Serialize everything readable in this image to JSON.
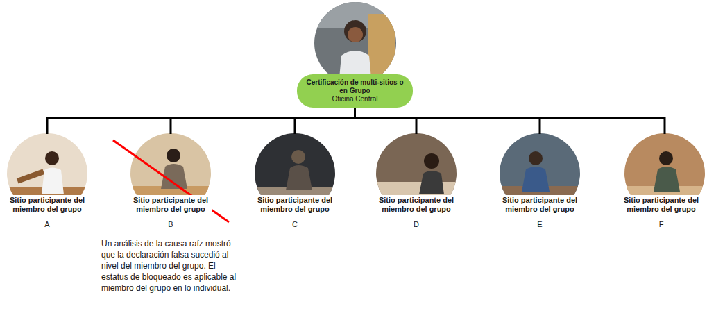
{
  "diagram": {
    "nodes": [
      {
        "text": [
          "Certificación de multi-sitios o en Grupo",
          "Oficina Central"
        ]
      },
      {
        "text": [
          "Sitio participante del miembro del grupo",
          "A"
        ]
      },
      {
        "text": [
          "Sitio participante del miembro del grupo",
          "B"
        ]
      },
      {
        "text": [
          "Sitio participante del miembro del grupo",
          "C"
        ]
      },
      {
        "text": [
          "Sitio participante del miembro del grupo",
          "D"
        ]
      },
      {
        "text": [
          "Sitio participante del miembro del grupo",
          "E"
        ]
      },
      {
        "text": [
          "Sitio participante del miembro del grupo",
          "F"
        ]
      }
    ],
    "edges": [
      {
        "from": 0,
        "to": 1,
        "arrow": "none"
      },
      {
        "from": 0,
        "to": 2,
        "arrow": "none"
      },
      {
        "from": 0,
        "to": 3,
        "arrow": "none"
      },
      {
        "from": 0,
        "to": 4,
        "arrow": "none"
      },
      {
        "from": 0,
        "to": 5,
        "arrow": "none"
      },
      {
        "from": 0,
        "to": 6,
        "arrow": "none"
      }
    ],
    "labels": [
      "Un análisis de la causa raíz mostró que la declaración falsa sucedió al nivel del miembro del grupo. El estatus de bloqueado es aplicable al miembro del grupo en lo individual."
    ]
  }
}
